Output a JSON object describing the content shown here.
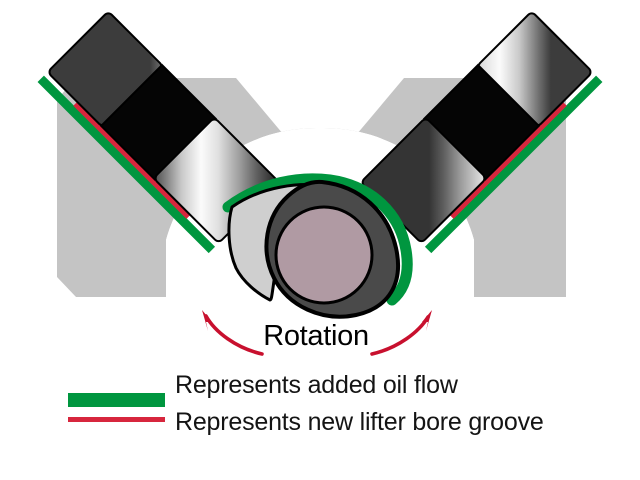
{
  "diagram": {
    "title": "Lifter bore groove oil flow diagram",
    "rotation_label": "Rotation",
    "colors": {
      "oil_flow_green": "#00963F",
      "groove_red": "#D7263D",
      "arrow_red": "#C8102E",
      "block_gray": "#C4C4C4",
      "lobe_dark_gray": "#4A4A4A",
      "lobe_light_gray": "#CFCFCF",
      "journal_mauve": "#B09AA3",
      "lifter_black": "#050505",
      "outline_black": "#000000",
      "background_white": "#FFFFFF"
    },
    "parts": [
      {
        "name": "engine-block",
        "label": "Engine block"
      },
      {
        "name": "left-lifter",
        "label": "Left lifter"
      },
      {
        "name": "right-lifter",
        "label": "Right lifter"
      },
      {
        "name": "cam-lobe",
        "label": "Cam lobe"
      },
      {
        "name": "cam-journal",
        "label": "Cam journal"
      }
    ]
  },
  "rotation": {
    "label": "Rotation",
    "left_arrow_name": "rotation-arrow-left",
    "right_arrow_name": "rotation-arrow-right",
    "direction": "bidirectional"
  },
  "legend": {
    "items": [
      {
        "swatch_style": "thick-bar",
        "color": "#00963F",
        "label": "Represents added oil flow"
      },
      {
        "swatch_style": "thin-line",
        "color": "#D7263D",
        "label": "Represents new lifter bore groove"
      }
    ]
  }
}
